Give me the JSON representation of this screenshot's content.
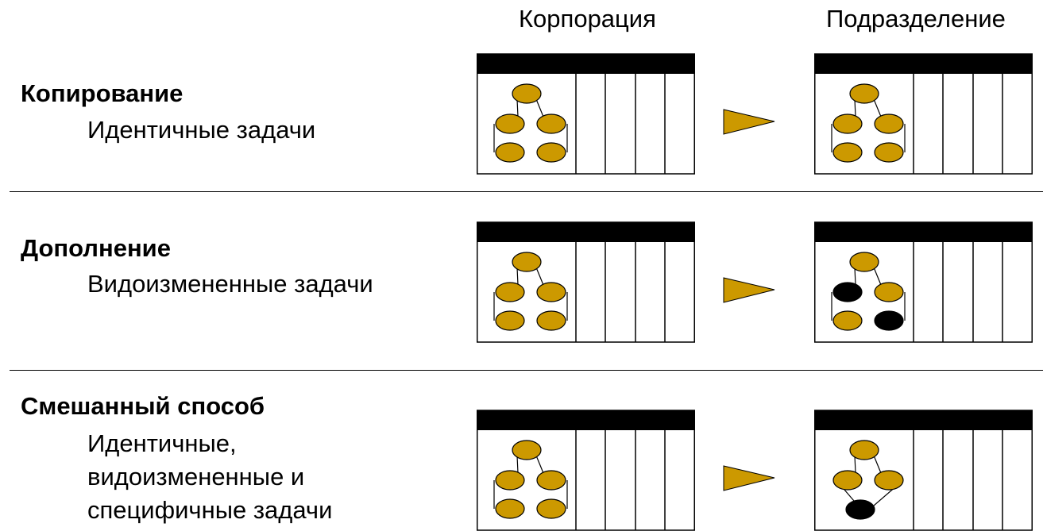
{
  "header": {
    "corporation": "Корпорация",
    "division": "Подразделение"
  },
  "rows": [
    {
      "title": "Копирование",
      "subtitle": "Идентичные задачи"
    },
    {
      "title": "Дополнение",
      "subtitle": "Видоизмененные задачи"
    },
    {
      "title": "Смешанный способ",
      "subtitle_lines": [
        "Идентичные,",
        "видоизмененные и",
        "специфичные задачи"
      ]
    }
  ],
  "colors": {
    "node_default": "#CC9900",
    "node_modified": "#000000",
    "arrow": "#CC9900",
    "header_bar": "#000000"
  }
}
